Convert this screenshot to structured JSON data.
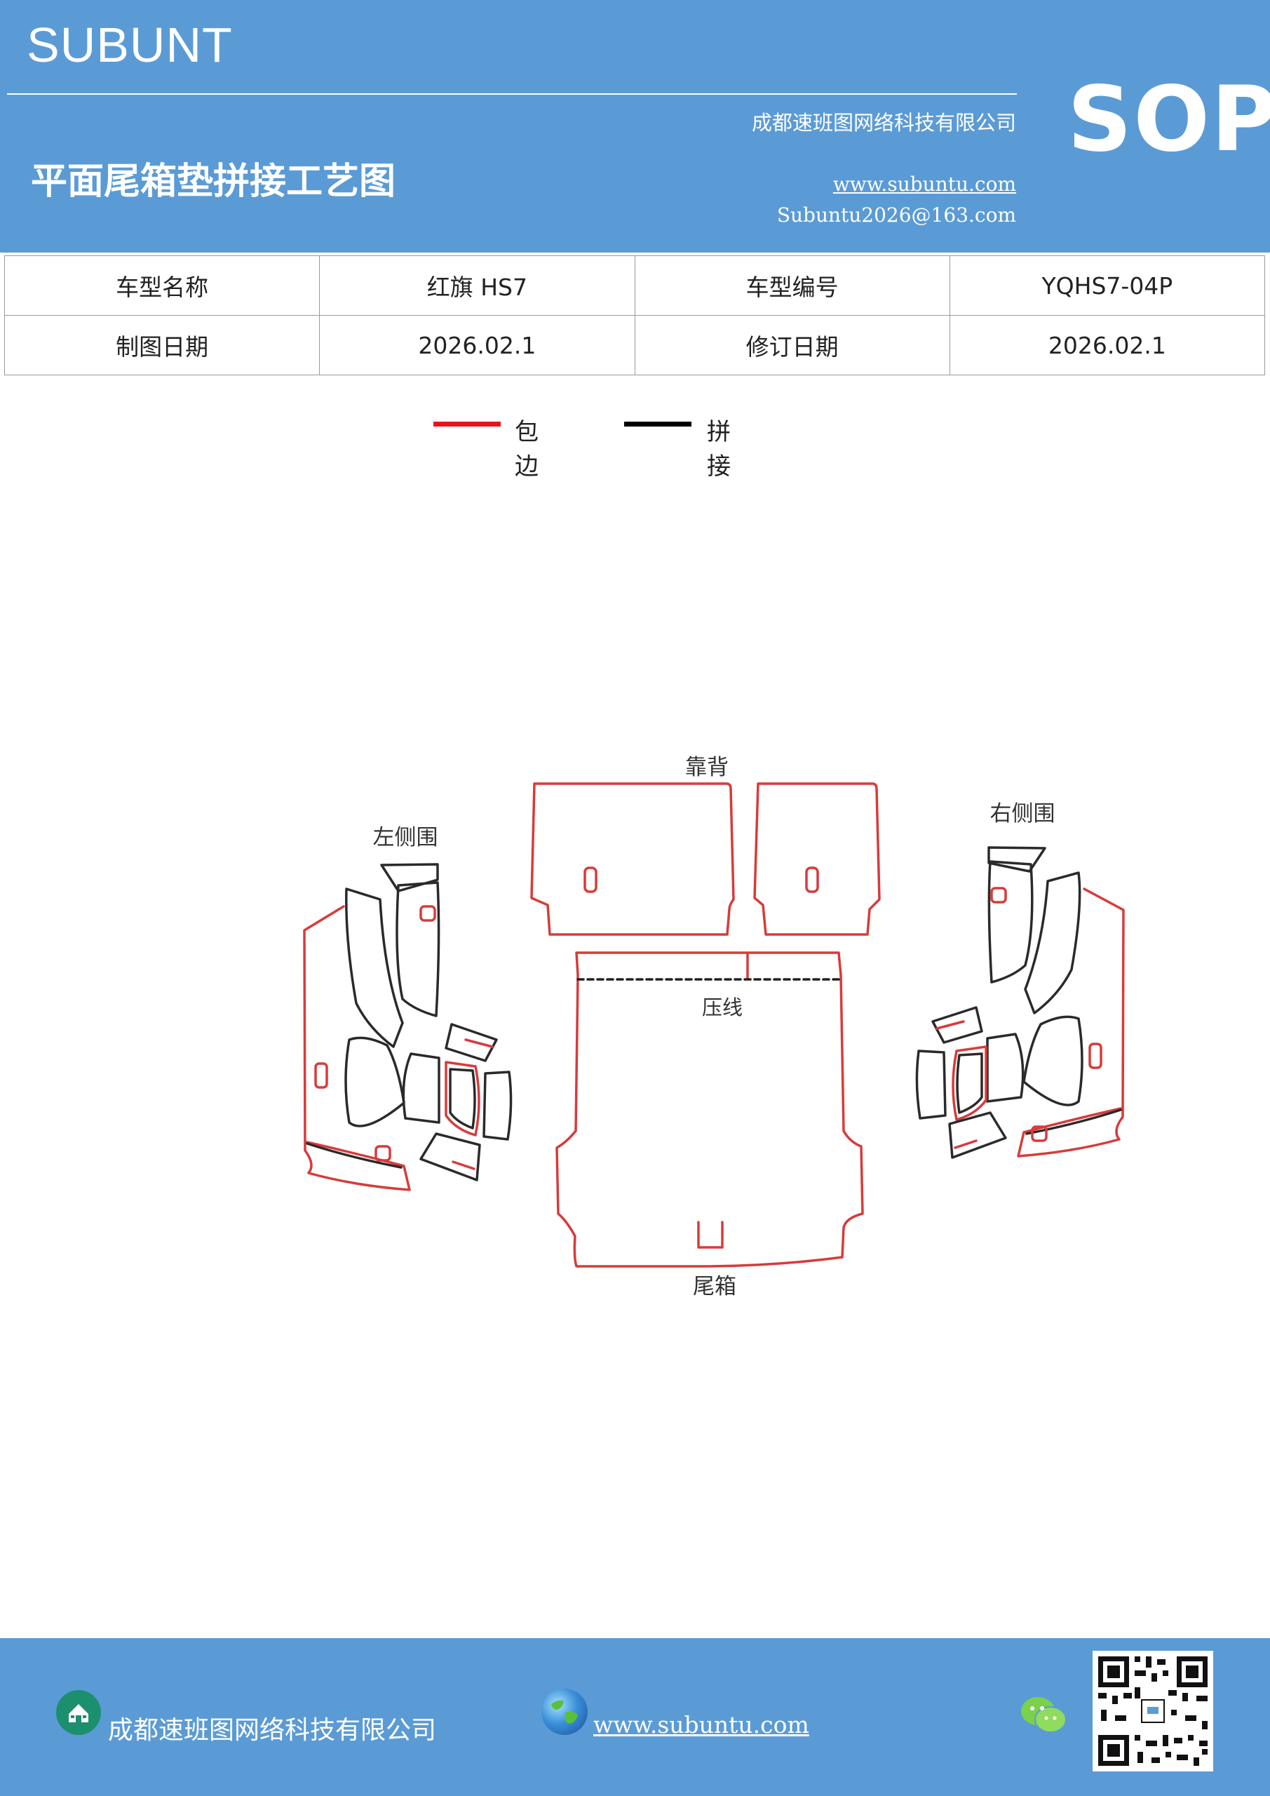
{
  "header": {
    "brand": "SUBUNT",
    "company": "成都速班图网络科技有限公司",
    "title": "平面尾箱垫拼接工艺图",
    "sop": "SOP",
    "website": "www.subuntu.com",
    "email": "Subuntu2026@163.com"
  },
  "info_table": {
    "rows": [
      [
        "车型名称",
        "红旗 HS7",
        "车型编号",
        "YQHS7-04P"
      ],
      [
        "制图日期",
        "2026.02.1",
        "修订日期",
        "2026.02.1"
      ]
    ]
  },
  "legend": {
    "items": [
      {
        "label": "包边",
        "color": "#e8141c"
      },
      {
        "label": "拼接",
        "color": "#000000"
      }
    ]
  },
  "diagram": {
    "labels": {
      "backrest": "靠背",
      "left_side": "左侧围",
      "right_side": "右侧围",
      "crease": "压线",
      "trunk": "尾箱"
    },
    "colors": {
      "edge": "#d93a3a",
      "seam": "#2a2a2a"
    }
  },
  "footer": {
    "company": "成都速班图网络科技有限公司",
    "website": "www.subuntu.com",
    "icons": [
      "company-icon",
      "globe-icon",
      "wechat-icon",
      "qr-code"
    ]
  }
}
